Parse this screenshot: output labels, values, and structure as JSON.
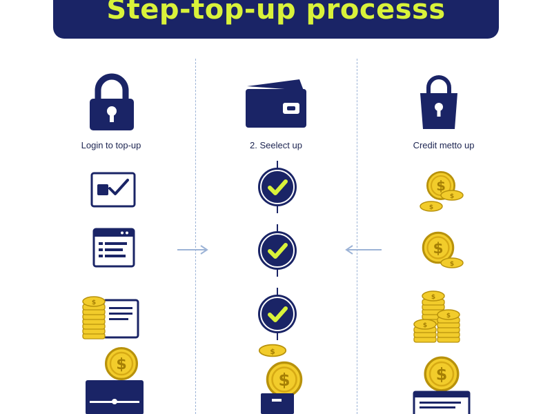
{
  "colors": {
    "navy": "#1a2466",
    "lime": "#d9f23a",
    "gold": "#f2cc2b",
    "divider": "#9cb3d6"
  },
  "title": "Step-top-up processs",
  "columns": [
    {
      "label": "Login to top-up",
      "icons": [
        "padlock-icon",
        "checkbox-card-icon",
        "browser-window-icon",
        "coins-and-card-icon",
        "coin-over-wallet-icon"
      ]
    },
    {
      "label": "2. Seelect up",
      "icons": [
        "wallet-icon",
        "check-circle-icon",
        "check-circle-icon",
        "check-circle-icon",
        "coin-into-wallet-icon"
      ]
    },
    {
      "label": "Credit metto up",
      "icons": [
        "lock-bag-icon",
        "coins-icon",
        "coins-icon",
        "coin-stacks-icon",
        "coin-over-card-icon"
      ]
    }
  ]
}
